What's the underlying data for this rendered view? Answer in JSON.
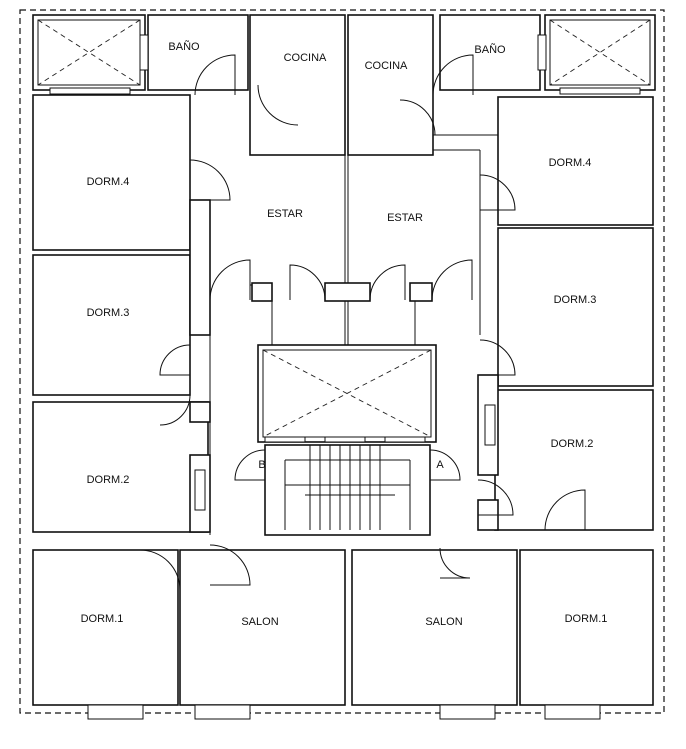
{
  "rooms": {
    "bano_left": "BAÑO",
    "bano_right": "BAÑO",
    "cocina_left": "COCINA",
    "cocina_right": "COCINA",
    "dorm4_left": "DORM.4",
    "dorm4_right": "DORM.4",
    "estar_left": "ESTAR",
    "estar_right": "ESTAR",
    "dorm3_left": "DORM.3",
    "dorm3_right": "DORM.3",
    "dorm2_left": "DORM.2",
    "dorm2_right": "DORM.2",
    "dorm1_left": "DORM.1",
    "dorm1_right": "DORM.1",
    "salon_left": "SALON",
    "salon_right": "SALON"
  },
  "stair_labels": {
    "left": "B",
    "right": "A"
  }
}
